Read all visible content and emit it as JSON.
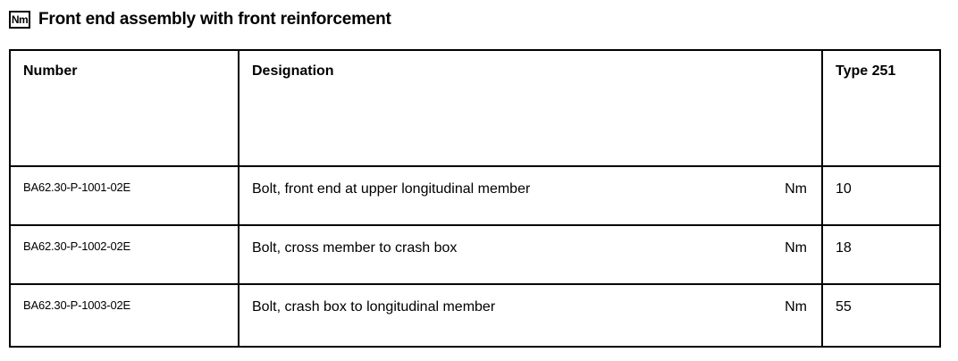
{
  "header": {
    "badge_label": "Nm",
    "badge_icon": "nm-unit-icon",
    "title": "Front end assembly with front reinforcement"
  },
  "table": {
    "columns": [
      {
        "key": "number",
        "label": "Number"
      },
      {
        "key": "designation",
        "label": "Designation"
      },
      {
        "key": "type",
        "label": "Type 251"
      }
    ],
    "rows": [
      {
        "number": "BA62.30-P-1001-02E",
        "designation": "Bolt, front end at upper longitudinal member",
        "unit": "Nm",
        "value": "10"
      },
      {
        "number": "BA62.30-P-1002-02E",
        "designation": "Bolt, cross member to crash box",
        "unit": "Nm",
        "value": "18"
      },
      {
        "number": "BA62.30-P-1003-02E",
        "designation": "Bolt, crash box to longitudinal member",
        "unit": "Nm",
        "value": "55"
      }
    ]
  },
  "colors": {
    "border": "#000000",
    "text": "#000000",
    "background": "#ffffff"
  }
}
